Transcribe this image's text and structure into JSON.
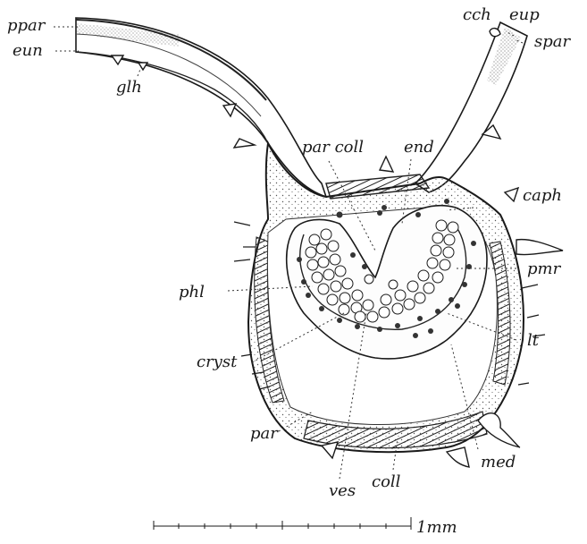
{
  "labels": {
    "ppar": "ppar",
    "eun": "eun",
    "glh": "glh",
    "cch": "cch",
    "eup": "eup",
    "spar": "spar",
    "par_coll": "par coll",
    "end": "end",
    "caph": "caph",
    "phl": "phl",
    "pmr": "pmr",
    "cryst": "cryst",
    "lt": "lt",
    "par": "par",
    "med": "med",
    "ves": "ves",
    "coll": "coll",
    "scale": "1mm"
  }
}
